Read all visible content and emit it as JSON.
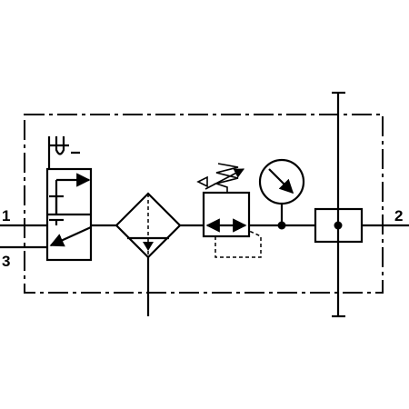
{
  "diagram": {
    "ports": {
      "inlet": "1",
      "exhaust": "3",
      "outlet": "2"
    },
    "components": [
      {
        "name": "shut-off-valve",
        "icon": "3-2-way-valve-icon"
      },
      {
        "name": "filter",
        "icon": "filter-separator-icon"
      },
      {
        "name": "pressure-regulator",
        "icon": "regulator-icon"
      },
      {
        "name": "pressure-gauge",
        "icon": "gauge-icon"
      },
      {
        "name": "manifold-block",
        "icon": "distribution-block-icon"
      }
    ],
    "colors": {
      "line": "#000000",
      "background": "#ffffff"
    }
  }
}
